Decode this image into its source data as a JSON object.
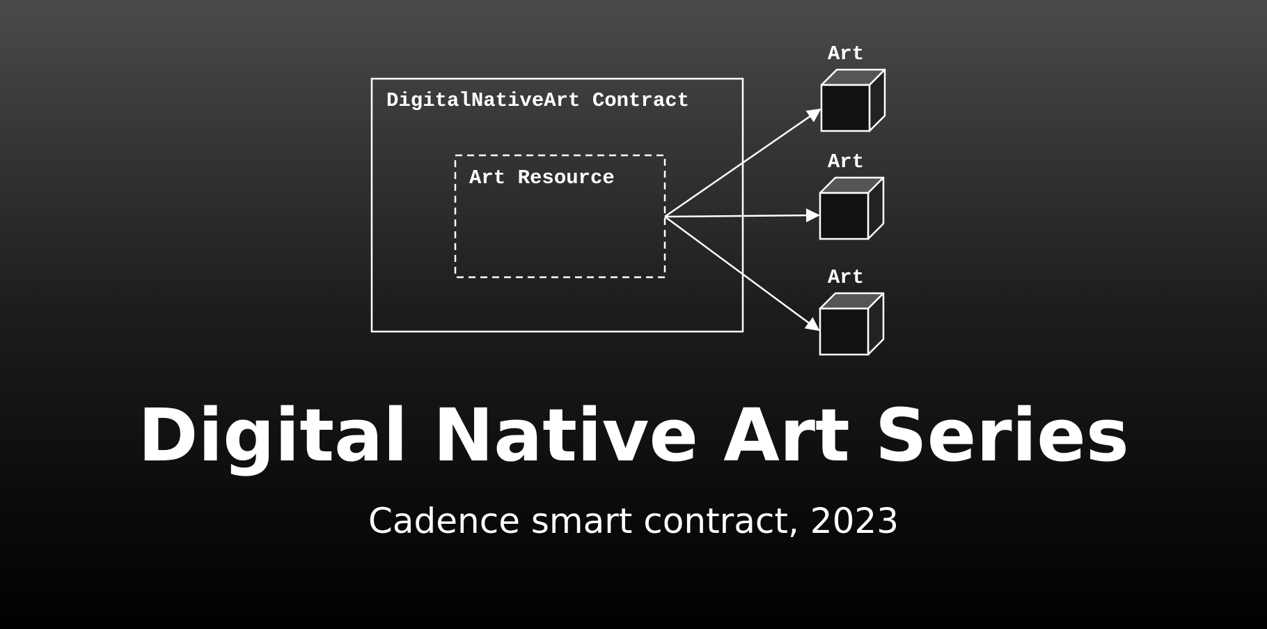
{
  "diagram": {
    "contract_label": "DigitalNativeArt Contract",
    "resource_label": "Art Resource",
    "art_labels": [
      "Art",
      "Art",
      "Art"
    ],
    "colors": {
      "stroke": "#ffffff",
      "cube_top": "#555555",
      "cube_side": "#222222",
      "cube_front": "#111111"
    }
  },
  "title": "Digital Native Art Series",
  "subtitle": "Cadence smart contract, 2023"
}
